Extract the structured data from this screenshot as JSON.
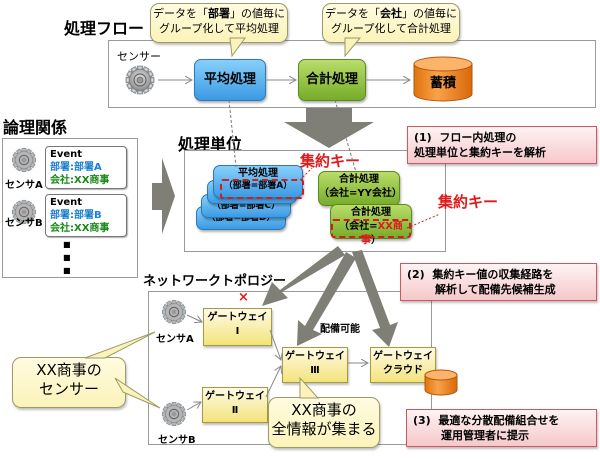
{
  "flow": {
    "title": "処理フロー",
    "sensor_label": "センサー",
    "avg_process": "平均処理",
    "sum_process": "合計処理",
    "storage": "蓄積",
    "callout_avg": {
      "line1_pre": "データを「",
      "line1_key": "部署",
      "line1_post": "」の値毎に",
      "line2": "グループ化して平均処理"
    },
    "callout_sum": {
      "line1_pre": "データを「",
      "line1_key": "会社",
      "line1_post": "」の値毎に",
      "line2": "グループ化して合計処理"
    }
  },
  "logical": {
    "title": "論理関係",
    "sensors": [
      {
        "label": "センサA",
        "event": "Event",
        "dept": "部署:部署A",
        "company": "会社:XX商事"
      },
      {
        "label": "センサB",
        "event": "Event",
        "dept": "部署:部署B",
        "company": "会社:XX商事"
      }
    ],
    "ellipsis": [
      "■",
      "■",
      "■"
    ]
  },
  "units": {
    "title": "処理単位",
    "aggregation_key_label": "集約キー",
    "avg_cards": [
      {
        "title": "平均処理",
        "key": "（部署=部署A）"
      },
      {
        "title": "",
        "key": "（部署=部署B）"
      },
      {
        "title": "",
        "key": "（部署=部署C）"
      },
      {
        "title": "",
        "key": "（部署=部署D）"
      }
    ],
    "sum_cards": [
      {
        "title": "合計処理",
        "key": "（会社=YY会社）"
      },
      {
        "title": "合計処理",
        "key_pre": "（会社=",
        "key_value": "XX商事",
        "key_post": "）"
      }
    ]
  },
  "steps": [
    {
      "num": "(1)",
      "line1": "フロー内処理の",
      "line2": "処理単位と集約キーを解析"
    },
    {
      "num": "(2)",
      "line1": "集約キー値の収集経路を",
      "line2": "解析して配備先候補生成"
    },
    {
      "num": "(3)",
      "line1": "最適な分散配備組合せを",
      "line2": "運用管理者に提示"
    }
  ],
  "network": {
    "title": "ネットワークトポロジー",
    "deployable_label": "配備可能",
    "x_mark": "×",
    "sensor_a": "センサA",
    "sensor_b": "センサB",
    "gateways": [
      {
        "name": "ゲートウェイ",
        "sub": "Ⅰ"
      },
      {
        "name": "ゲートウェイ",
        "sub": "Ⅱ"
      },
      {
        "name": "ゲートウェイ",
        "sub": "Ⅲ"
      },
      {
        "name": "ゲートウェイ",
        "sub": "クラウド"
      }
    ],
    "callout_sensor": {
      "line1": "XX商事の",
      "line2": "センサー"
    },
    "callout_all_info": {
      "line1": "XX商事の",
      "line2": "全情報が集まる"
    }
  },
  "colors": {
    "accent_red": "#e01a1a",
    "blue_process": "#3b9ae3",
    "green_process": "#77ac2a",
    "storage_orange": "#f08a1c",
    "arrow_gray": "#7f7f77"
  }
}
